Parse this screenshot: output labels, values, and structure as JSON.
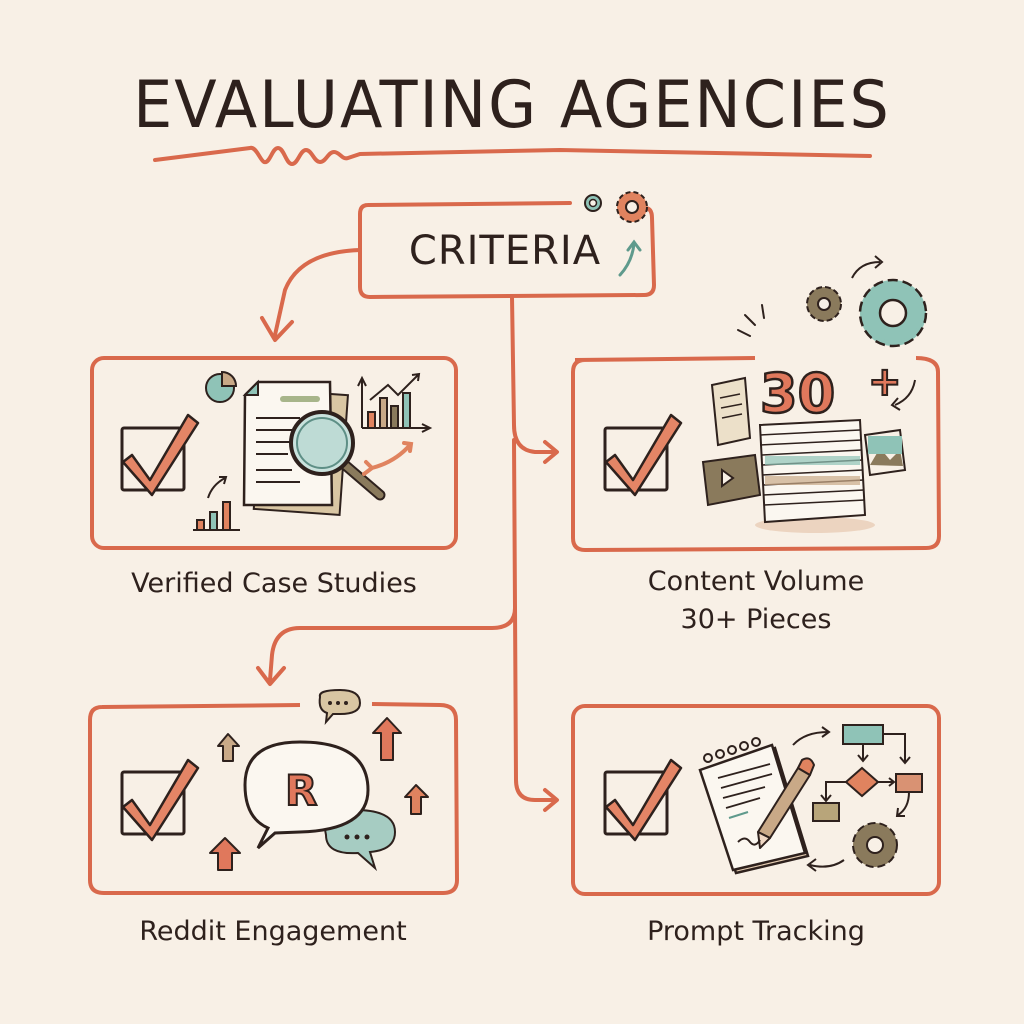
{
  "title": "EVALUATING AGENCIES",
  "root": {
    "label": "CRITERIA"
  },
  "colors": {
    "background": "#f8f0e6",
    "accent": "#d9694c",
    "ink": "#2e211d",
    "teal": "#8fc3b7",
    "tan": "#c9a987",
    "olive": "#8a7a5c"
  },
  "criteria": [
    {
      "label": "Verified Case Studies",
      "icons": [
        "checkbox-checked-icon",
        "document-icon",
        "magnifier-icon",
        "bar-chart-icon",
        "pie-chart-icon",
        "swap-arrows-icon"
      ]
    },
    {
      "label_line1": "Content Volume",
      "label_line2": "30+ Pieces",
      "badge": "30+",
      "icons": [
        "checkbox-checked-icon",
        "document-stack-icon",
        "video-icon",
        "image-icon",
        "gear-icon"
      ]
    },
    {
      "label": "Reddit Engagement",
      "badge": "R",
      "icons": [
        "checkbox-checked-icon",
        "speech-bubble-icon",
        "upvote-arrow-icon"
      ]
    },
    {
      "label": "Prompt Tracking",
      "icons": [
        "checkbox-checked-icon",
        "notepad-icon",
        "pencil-icon",
        "flowchart-icon",
        "gear-icon"
      ]
    }
  ]
}
